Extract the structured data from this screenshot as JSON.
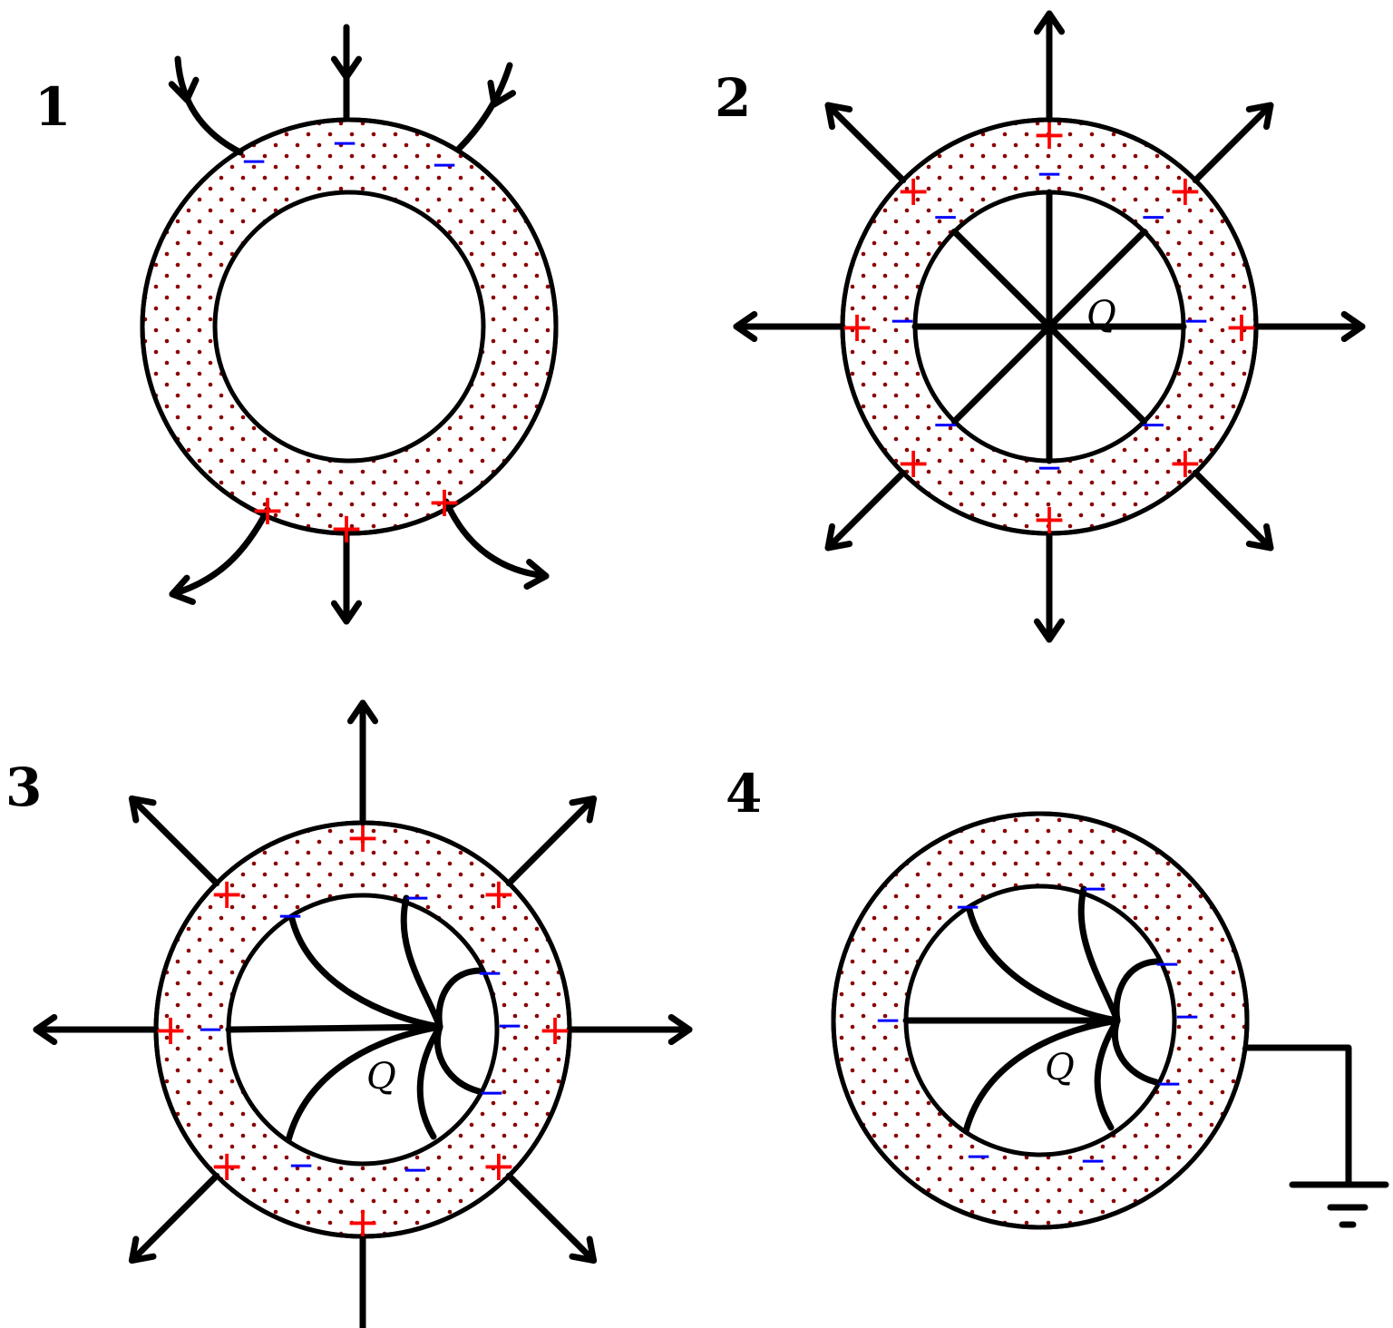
{
  "panels": [
    {
      "label": "1",
      "charge_label": ""
    },
    {
      "label": "2",
      "charge_label": "Q"
    },
    {
      "label": "3",
      "charge_label": "Q"
    },
    {
      "label": "4",
      "charge_label": "Q"
    }
  ],
  "symbols": {
    "plus": "+",
    "minus": "−"
  },
  "colors": {
    "positive": "#ff0000",
    "negative": "#0000ff",
    "dots": "#8b0000"
  }
}
